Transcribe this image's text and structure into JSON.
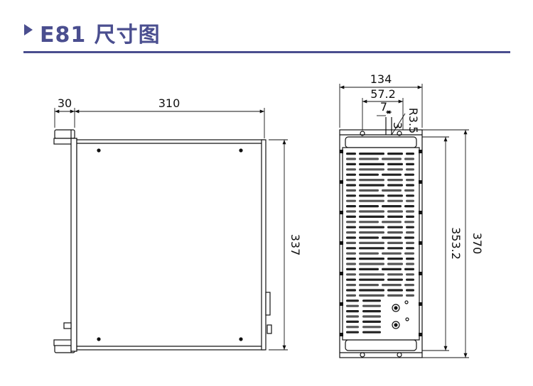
{
  "header": {
    "title": "E81 尺寸图",
    "marker_icon": "triangle-right-icon",
    "accent_color": "#4a4e8f"
  },
  "side_view": {
    "dim_width_handle": "30",
    "dim_width_body": "310",
    "dim_height": "337"
  },
  "front_view": {
    "dim_width_total": "134",
    "dim_hole_spacing": "57.2",
    "dim_slot_width": "7",
    "dim_radius": "R3.5",
    "dim_slot_depth": "3",
    "dim_height_inner": "353.2",
    "dim_height_total": "370"
  }
}
